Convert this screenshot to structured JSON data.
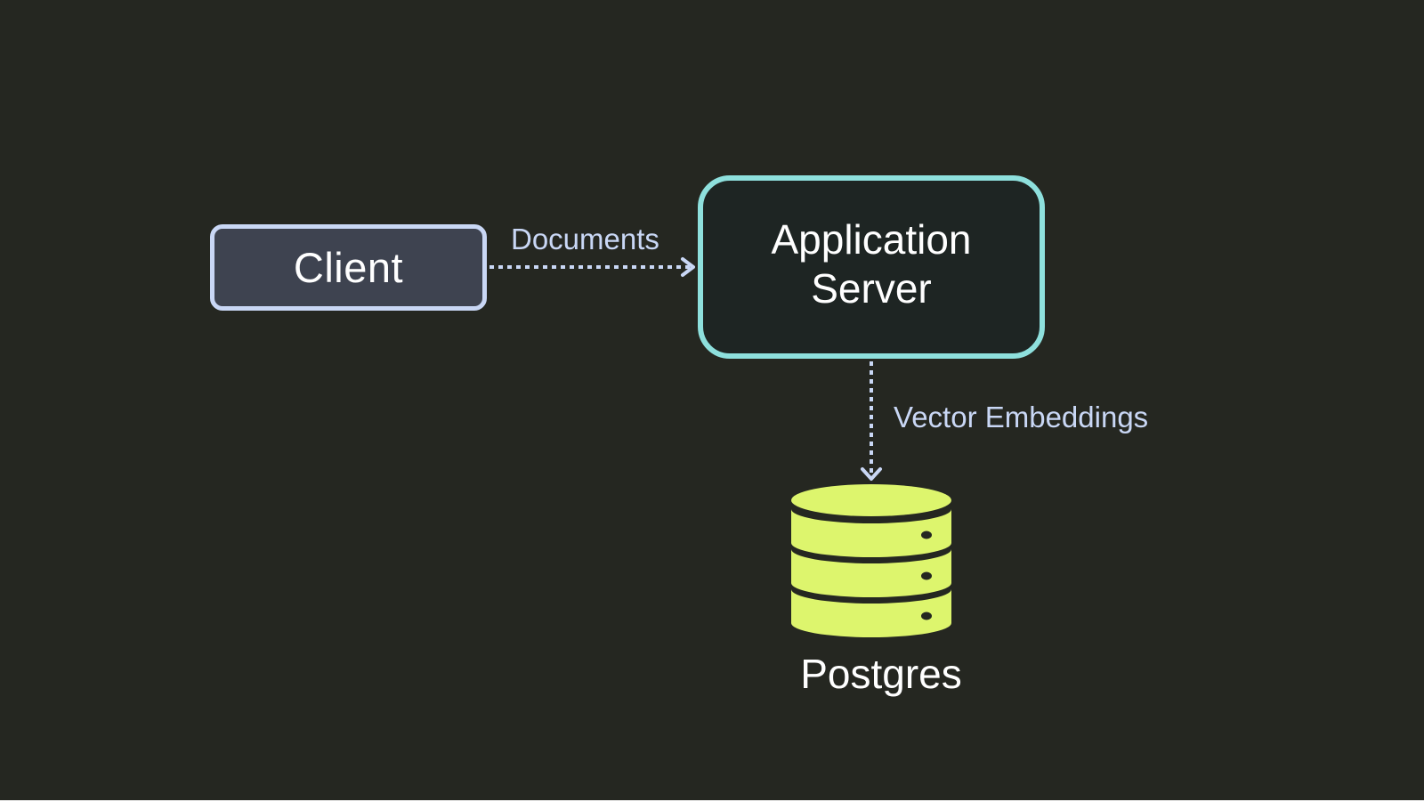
{
  "nodes": {
    "client": {
      "label": "Client"
    },
    "server": {
      "label_line1": "Application",
      "label_line2": "Server"
    },
    "database": {
      "label": "Postgres"
    }
  },
  "edges": {
    "client_to_server": {
      "label": "Documents"
    },
    "server_to_database": {
      "label": "Vector Embeddings"
    }
  },
  "colors": {
    "background": "#252721",
    "client_fill": "#3e4350",
    "client_border": "#c9d7f5",
    "server_fill": "#1e2523",
    "server_border": "#8ee0dd",
    "database_fill": "#ddf56d",
    "edge": "#c9d7f5",
    "node_text": "#ffffff"
  },
  "icons": {
    "database": "database-icon"
  }
}
